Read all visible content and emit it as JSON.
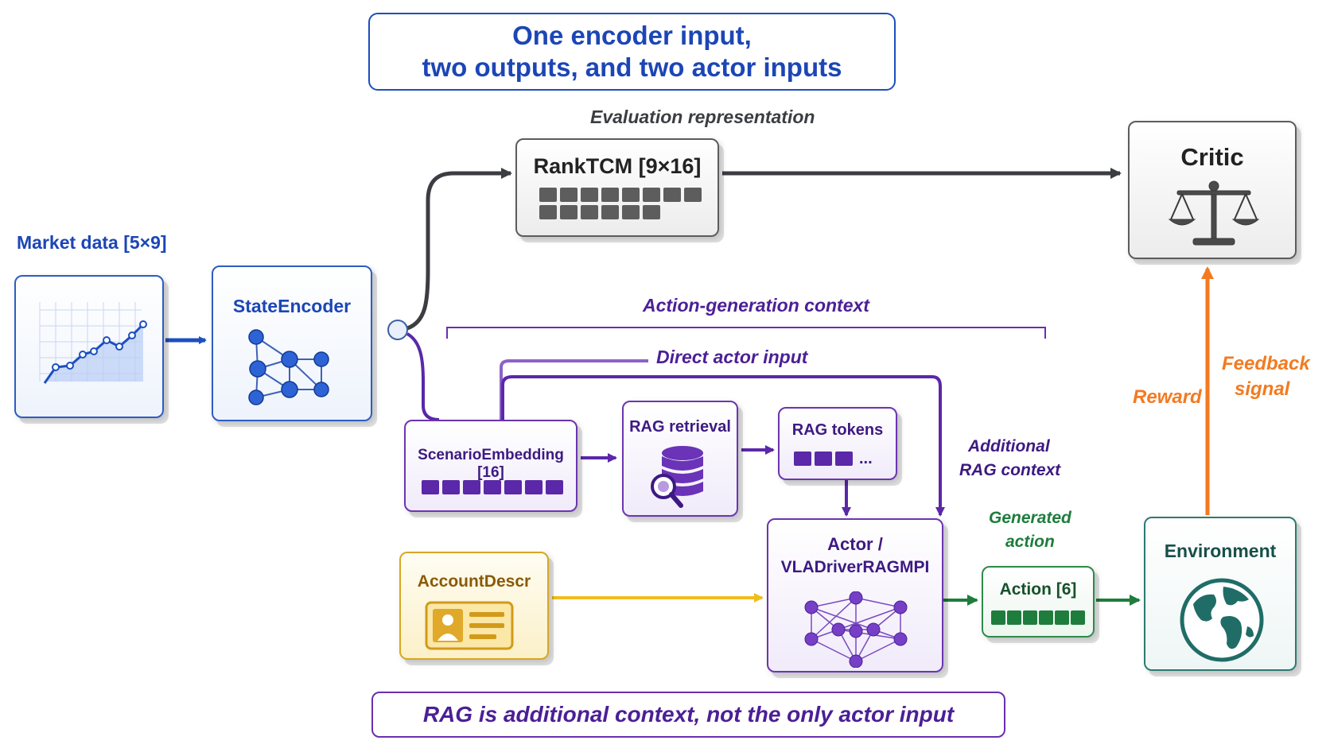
{
  "title": {
    "line1": "One encoder input,",
    "line2": "two outputs, and two actor inputs"
  },
  "nodes": {
    "market_data": {
      "label": "Market data [5×9]",
      "icon": "line-chart-icon"
    },
    "state_encoder": {
      "label": "StateEncoder",
      "icon": "network-graph-icon"
    },
    "rank_tcm": {
      "label": "RankTCM [9×16]",
      "cells": 14
    },
    "critic": {
      "label": "Critic",
      "icon": "balance-scale-icon"
    },
    "scenario_embedding": {
      "label": "ScenarioEmbedding [16]",
      "cells": 7
    },
    "rag_retrieval": {
      "label": "RAG retrieval",
      "icon": "database-search-icon"
    },
    "rag_tokens": {
      "label": "RAG tokens",
      "cells": 3,
      "ellipsis": "..."
    },
    "account_descr": {
      "label": "AccountDescr",
      "icon": "id-card-icon"
    },
    "actor": {
      "line1": "Actor /",
      "line2": "VLADriverRAGMPI",
      "icon": "neural-network-icon"
    },
    "action": {
      "label": "Action [6]",
      "cells": 6
    },
    "environment": {
      "label": "Environment",
      "icon": "globe-icon"
    }
  },
  "annotations": {
    "evaluation_representation": "Evaluation representation",
    "action_generation_context": "Action-generation context",
    "direct_actor_input": "Direct actor input",
    "additional_rag_context_line1": "Additional",
    "additional_rag_context_line2": "RAG context",
    "generated_action_line1": "Generated",
    "generated_action_line2": "action",
    "reward": "Reward",
    "feedback_signal_line1": "Feedback",
    "feedback_signal_line2": "signal"
  },
  "footer": "RAG is additional context, not the only actor input",
  "colors": {
    "blue": "#1c4fbf",
    "dark": "#3b3d42",
    "purple": "#5a28a8",
    "gold": "#f1bd1e",
    "green": "#1e7d3c",
    "orange": "#f37a20",
    "teal": "#1f6d66"
  }
}
